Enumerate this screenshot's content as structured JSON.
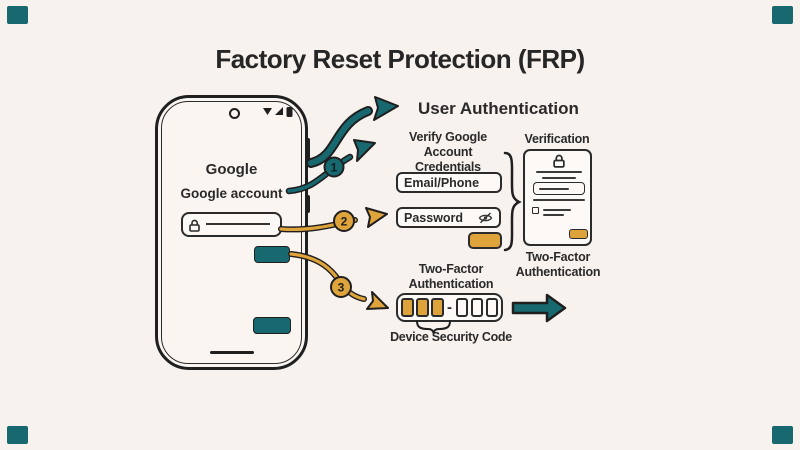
{
  "title": "Factory Reset Protection (FRP)",
  "colors": {
    "background": "#f8f2ee",
    "ink": "#2a2a2a",
    "teal_accent": "#17696f",
    "amber_accent": "#dfa33c"
  },
  "phone": {
    "brand": "Google",
    "account_label": "Google account",
    "status_icons": [
      "wifi-icon",
      "signal-icon",
      "battery-icon"
    ],
    "lock_field_icon": "lock-icon"
  },
  "flow": {
    "user_auth_label": "User Authentication",
    "steps": [
      "1",
      "2",
      "3"
    ]
  },
  "credentials": {
    "heading_line1": "Verify Google",
    "heading_line2": "Account Credentials",
    "email_placeholder": "Email/Phone",
    "password_placeholder": "Password",
    "password_icon": "eye-off-icon"
  },
  "verification": {
    "title": "Verification",
    "card_icon": "lock-icon",
    "caption_line1": "Two-Factor",
    "caption_line2": "Authentication"
  },
  "two_factor": {
    "heading_line1": "Two-Factor",
    "heading_line2": "Authentication",
    "filled_count": 3,
    "empty_count": 3,
    "separator": "-",
    "caption": "Device Security Code"
  }
}
